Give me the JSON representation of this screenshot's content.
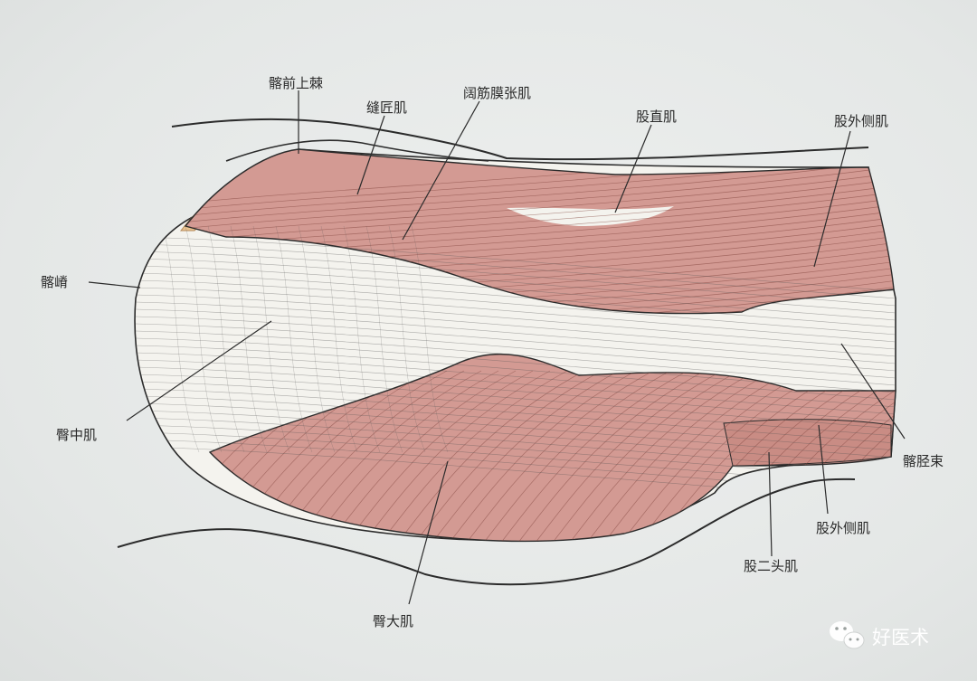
{
  "labels": {
    "asis": "髂前上棘",
    "sartorius": "缝匠肌",
    "tfl": "阔筋膜张肌",
    "rectus_femoris": "股直肌",
    "vastus_lateralis_upper": "股外侧肌",
    "iliac_crest": "髂嵴",
    "gluteus_medius": "臀中肌",
    "it_band": "髂胫束",
    "vastus_lateralis_lower": "股外侧肌",
    "biceps_femoris": "股二头肌",
    "gluteus_maximus": "臀大肌"
  },
  "watermark": {
    "text": "好医术",
    "icon": "wechat-icon"
  },
  "colors": {
    "muscle": "#d39a93",
    "muscle_dark": "#b9746c",
    "tendon": "#f4f3ee",
    "bone": "#eac28f",
    "line": "#2b2b2b"
  }
}
